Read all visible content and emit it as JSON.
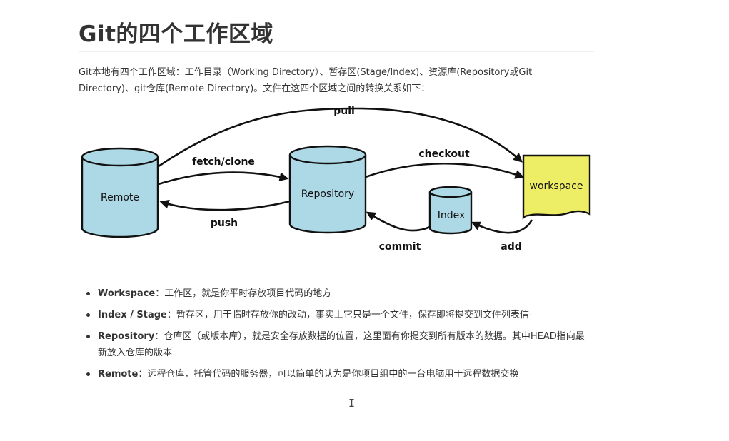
{
  "title": "Git的四个工作区域",
  "intro": "Git本地有四个工作区域：工作目录（Working Directory）、暂存区(Stage/Index)、资源库(Repository或Git Directory)、git仓库(Remote Directory)。文件在这四个区域之间的转换关系如下：",
  "diagram": {
    "nodes": {
      "remote": "Remote",
      "repository": "Repository",
      "index": "Index",
      "workspace": "workspace"
    },
    "arrows": {
      "pull": "pull",
      "fetch_clone": "fetch/clone",
      "push": "push",
      "checkout": "checkout",
      "commit": "commit",
      "add": "add"
    },
    "colors": {
      "cylinder_fill": "#add8e6",
      "workspace_fill": "#eeee66",
      "stroke": "#111111"
    }
  },
  "terms": [
    {
      "term": "Workspace",
      "sep": "：",
      "desc": "工作区，就是你平时存放项目代码的地方"
    },
    {
      "term": "Index / Stage",
      "sep": "：",
      "desc": "暂存区，用于临时存放你的改动，事实上它只是一个文件，保存即将提交到文件列表信-"
    },
    {
      "term": "Repository",
      "sep": "：",
      "desc": "仓库区（或版本库），就是安全存放数据的位置，这里面有你提交到所有版本的数据。其中HEAD指向最新放入仓库的版本"
    },
    {
      "term": "Remote",
      "sep": "：",
      "desc": "远程仓库，托管代码的服务器，可以简单的认为是你项目组中的一台电脑用于远程数据交换"
    }
  ],
  "cursor": "I"
}
